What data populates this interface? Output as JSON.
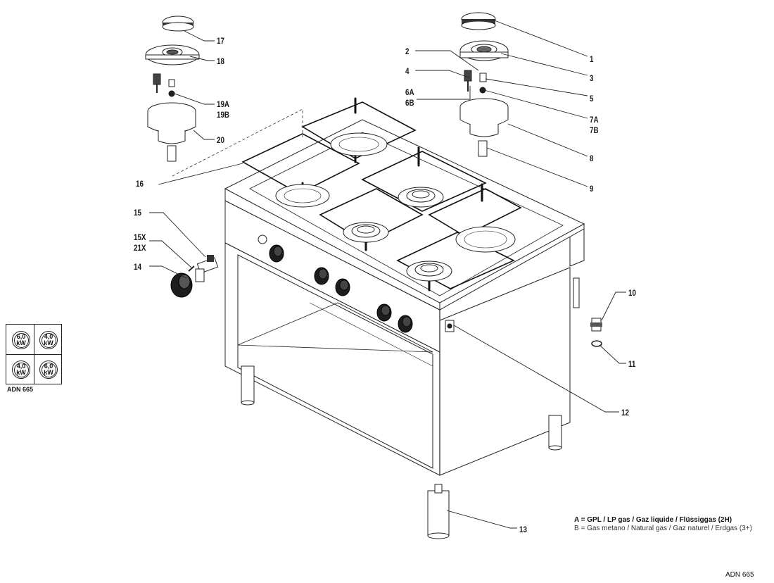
{
  "callouts": [
    "1",
    "2",
    "3",
    "4",
    "5",
    "6A",
    "6B",
    "7A",
    "7B",
    "8",
    "9",
    "10",
    "11",
    "12",
    "13",
    "14",
    "15",
    "15X",
    "21X",
    "16",
    "17",
    "18",
    "19A",
    "19B",
    "20"
  ],
  "legend": {
    "cells": [
      {
        "value": "6,0",
        "unit": "kW"
      },
      {
        "value": "4,0",
        "unit": "kW"
      },
      {
        "value": "4,0",
        "unit": "kW"
      },
      {
        "value": "6,0",
        "unit": "kW"
      }
    ],
    "title": "ADN 665"
  },
  "notes": {
    "a": "A = GPL / LP gas / Gaz liquide / Flüssiggas (2H)",
    "b": "B = Gas metano / Natural gas / Gaz naturel / Erdgas (3+)"
  },
  "footer_code": "ADN 665"
}
